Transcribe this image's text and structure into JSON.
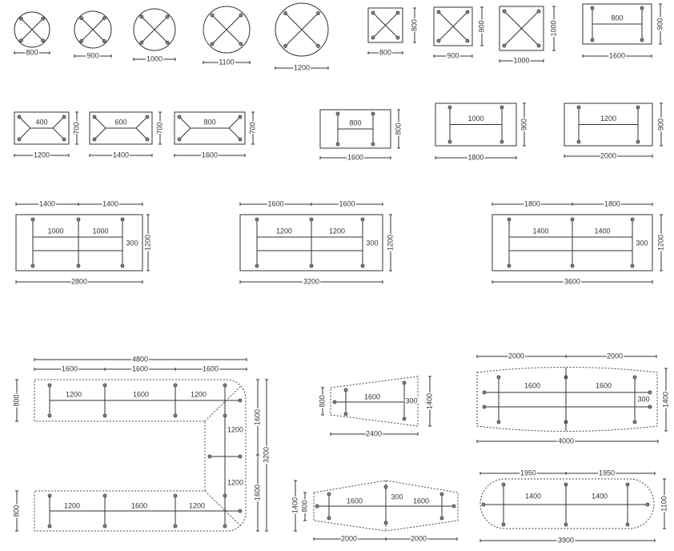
{
  "round": [
    "800",
    "900",
    "1000",
    "1100",
    "1200"
  ],
  "square": [
    {
      "w": "800",
      "d": "800"
    },
    {
      "w": "900",
      "d": "900"
    },
    {
      "w": "1000",
      "d": "1000"
    },
    {
      "inner": "800",
      "w": "1600",
      "d": "900"
    }
  ],
  "row2": [
    {
      "inner": "400",
      "d": "700",
      "w": "1200"
    },
    {
      "inner": "600",
      "d": "700",
      "w": "1400"
    },
    {
      "inner": "800",
      "d": "700",
      "w": "1600"
    },
    {
      "inner": "800",
      "d": "800",
      "w": "1600"
    },
    {
      "inner": "1000",
      "d": "900",
      "w": "1800"
    },
    {
      "inner": "1200",
      "d": "900",
      "w": "2000"
    }
  ],
  "row3": [
    {
      "top": [
        "1400",
        "1400"
      ],
      "inner": [
        "1000",
        "1000"
      ],
      "gap": "300",
      "d": "1200",
      "w": "2800"
    },
    {
      "top": [
        "1600",
        "1600"
      ],
      "inner": [
        "1200",
        "1200"
      ],
      "gap": "300",
      "d": "1200",
      "w": "3200"
    },
    {
      "top": [
        "1800",
        "1800"
      ],
      "inner": [
        "1400",
        "1400"
      ],
      "gap": "300",
      "d": "1200",
      "w": "3600"
    }
  ],
  "u_shape": {
    "total": "4800",
    "segments": [
      "1600",
      "1600",
      "1600"
    ],
    "left_depths": [
      "800",
      "800"
    ],
    "top_inner": [
      "1200",
      "1600",
      "1200"
    ],
    "bottom_inner": [
      "1200",
      "1600",
      "1200"
    ],
    "right_inner": [
      "1200",
      "1200"
    ],
    "right_dims": [
      "1600",
      "1600"
    ],
    "right_total": "3200"
  },
  "trapezoid": {
    "left": "800",
    "inner": "1600",
    "gap": "300",
    "depth": "1400",
    "w": "2400"
  },
  "boat": {
    "top": [
      "2000",
      "2000"
    ],
    "inner": [
      "1600",
      "1600"
    ],
    "gap": "300",
    "d": "1400",
    "w": "4000"
  },
  "hexagon": {
    "outer": "1400",
    "inner_depth": "800",
    "inner": [
      "1600",
      "1600"
    ],
    "gap": "300",
    "bottom": [
      "2000",
      "2000"
    ]
  },
  "oval": {
    "top": [
      "1950",
      "1950"
    ],
    "inner": [
      "1400",
      "1400"
    ],
    "d": "1100",
    "w": "3900"
  }
}
